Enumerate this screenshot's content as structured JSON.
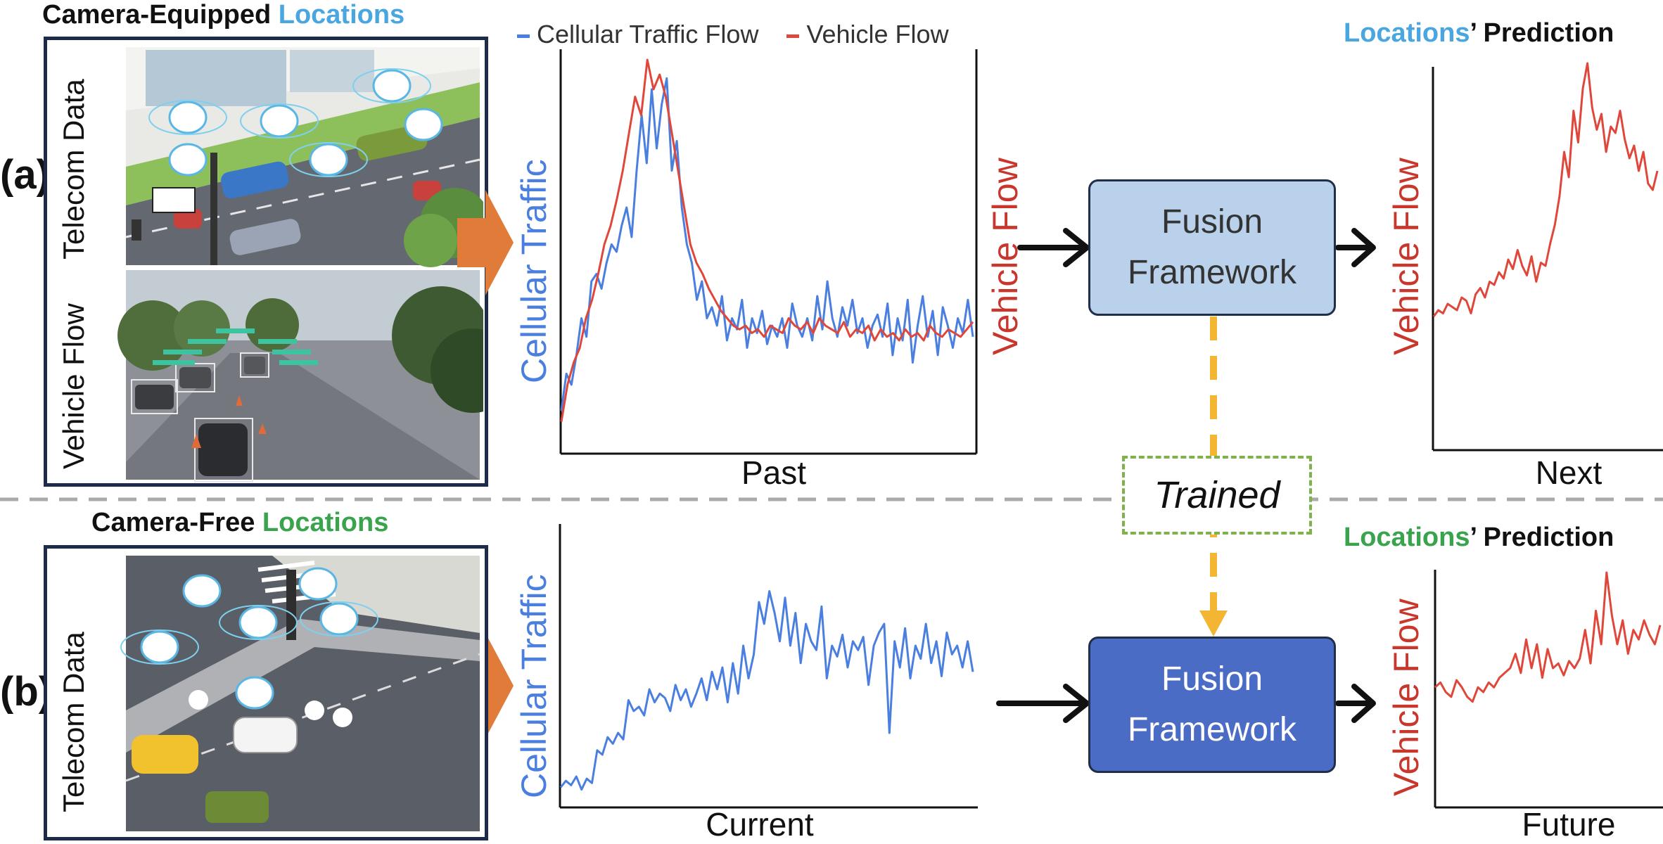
{
  "panel_a": {
    "label": "(a)",
    "header_black": "Camera-Equipped",
    "header_colored": "Locations",
    "photo_top_label": "Telecom Data",
    "photo_bottom_label": "Vehicle Flow",
    "legend": [
      {
        "name": "Cellular Traffic Flow",
        "color": "#4a7fe0"
      },
      {
        "name": "Vehicle Flow",
        "color": "#e0473b"
      }
    ],
    "chart_left_ylabel": "Cellular Traffic",
    "chart_right_ylabel": "Vehicle Flow",
    "chart_xlabel": "Past",
    "fusion_box": "Fusion\nFramework",
    "fusion_line1": "Fusion",
    "fusion_line2": "Framework",
    "pred_header_colored": "Locations",
    "pred_header_black": "’ Prediction",
    "pred_ylabel": "Vehicle Flow",
    "pred_xlabel": "Next"
  },
  "trained_label": "Trained",
  "panel_b": {
    "label": "(b)",
    "header_black": "Camera-Free",
    "header_colored": "Locations",
    "photo_label": "Telecom Data",
    "chart_ylabel": "Cellular Traffic",
    "chart_xlabel": "Current",
    "fusion_line1": "Fusion",
    "fusion_line2": "Framework",
    "pred_header_colored": "Locations",
    "pred_header_black": "’ Prediction",
    "pred_ylabel": "Vehicle Flow",
    "pred_xlabel": "Future"
  },
  "colors": {
    "blue_line": "#4a7fe0",
    "red_line": "#e0473b",
    "light_box": "#b9d1ea",
    "dark_box": "#4a6cc4",
    "arrow_orange": "#e07b39",
    "dashed_yellow": "#f2b632",
    "dashed_green": "#7fb24a"
  },
  "chart_data": [
    {
      "type": "line",
      "series": [
        {
          "name": "Cellular Traffic Flow",
          "values": [
            0.05,
            0.15,
            0.12,
            0.2,
            0.3,
            0.25,
            0.4,
            0.42,
            0.38,
            0.45,
            0.5,
            0.48,
            0.55,
            0.6,
            0.52,
            0.7,
            0.85,
            0.72,
            0.92,
            0.76,
            0.88,
            0.95,
            0.7,
            0.78,
            0.6,
            0.5,
            0.45,
            0.35,
            0.4,
            0.3,
            0.33,
            0.28,
            0.36,
            0.24,
            0.3,
            0.27,
            0.35,
            0.22,
            0.3,
            0.26,
            0.32,
            0.23,
            0.28,
            0.25,
            0.3,
            0.22,
            0.34,
            0.28,
            0.25,
            0.3,
            0.24,
            0.36,
            0.27,
            0.4,
            0.3,
            0.25,
            0.33,
            0.28,
            0.35,
            0.26,
            0.3,
            0.22,
            0.28,
            0.31,
            0.25,
            0.34,
            0.2,
            0.3,
            0.24,
            0.35,
            0.18,
            0.28,
            0.36,
            0.25,
            0.32,
            0.2,
            0.33,
            0.28,
            0.22,
            0.3,
            0.26,
            0.35,
            0.25
          ]
        },
        {
          "name": "Vehicle Flow",
          "values": [
            0.02,
            0.12,
            0.18,
            0.22,
            0.3,
            0.35,
            0.42,
            0.5,
            0.55,
            0.62,
            0.7,
            0.8,
            0.9,
            0.85,
            1.0,
            0.92,
            0.96,
            0.9,
            0.8,
            0.7,
            0.6,
            0.5,
            0.45,
            0.42,
            0.38,
            0.35,
            0.32,
            0.3,
            0.28,
            0.27,
            0.28,
            0.26,
            0.27,
            0.25,
            0.28,
            0.27,
            0.26,
            0.3,
            0.28,
            0.27,
            0.29,
            0.26,
            0.3,
            0.28,
            0.27,
            0.26,
            0.29,
            0.25,
            0.27,
            0.26,
            0.28,
            0.24,
            0.27,
            0.25,
            0.26,
            0.24,
            0.27,
            0.25,
            0.26,
            0.24,
            0.28,
            0.26,
            0.25,
            0.27,
            0.26,
            0.25,
            0.27,
            0.29
          ]
        }
      ],
      "xlabel": "Past",
      "ylabel": "Cellular Traffic"
    },
    {
      "type": "line",
      "series": [
        {
          "name": "",
          "values": [
            0.2,
            0.22,
            0.21,
            0.24,
            0.23,
            0.22,
            0.26,
            0.25,
            0.21,
            0.27,
            0.29,
            0.26,
            0.31,
            0.3,
            0.34,
            0.32,
            0.38,
            0.35,
            0.41,
            0.36,
            0.33,
            0.39,
            0.31,
            0.37,
            0.36,
            0.43,
            0.49,
            0.58,
            0.72,
            0.64,
            0.85,
            0.75,
            0.92,
            1.0,
            0.86,
            0.79,
            0.84,
            0.72,
            0.8,
            0.78,
            0.85,
            0.76,
            0.7,
            0.74,
            0.66,
            0.72,
            0.62,
            0.6,
            0.66
          ]
        }
      ],
      "xlabel": "Next",
      "ylabel": "Vehicle Flow"
    },
    {
      "type": "line",
      "series": [
        {
          "name": "",
          "values": [
            0.05,
            0.08,
            0.06,
            0.1,
            0.04,
            0.09,
            0.07,
            0.22,
            0.2,
            0.28,
            0.25,
            0.3,
            0.27,
            0.45,
            0.4,
            0.42,
            0.38,
            0.5,
            0.44,
            0.48,
            0.46,
            0.4,
            0.52,
            0.45,
            0.5,
            0.42,
            0.48,
            0.55,
            0.45,
            0.58,
            0.5,
            0.6,
            0.44,
            0.62,
            0.48,
            0.7,
            0.55,
            0.66,
            0.9,
            0.8,
            0.95,
            0.85,
            0.72,
            0.92,
            0.7,
            0.85,
            0.62,
            0.8,
            0.72,
            0.68,
            0.88,
            0.55,
            0.7,
            0.65,
            0.75,
            0.6,
            0.72,
            0.68,
            0.74,
            0.52,
            0.7,
            0.76,
            0.8,
            0.3,
            0.72,
            0.6,
            0.78,
            0.55,
            0.7,
            0.64,
            0.8,
            0.62,
            0.72,
            0.56,
            0.76,
            0.66,
            0.7,
            0.6,
            0.72,
            0.58
          ]
        }
      ],
      "xlabel": "Current",
      "ylabel": "Cellular Traffic"
    },
    {
      "type": "line",
      "series": [
        {
          "name": "",
          "values": [
            0.42,
            0.44,
            0.4,
            0.38,
            0.45,
            0.42,
            0.38,
            0.36,
            0.42,
            0.4,
            0.44,
            0.42,
            0.46,
            0.48,
            0.5,
            0.56,
            0.48,
            0.62,
            0.5,
            0.6,
            0.46,
            0.58,
            0.5,
            0.52,
            0.47,
            0.53,
            0.5,
            0.54,
            0.66,
            0.52,
            0.74,
            0.6,
            0.9,
            0.72,
            0.6,
            0.7,
            0.56,
            0.66,
            0.62,
            0.7,
            0.64,
            0.6,
            0.68
          ]
        }
      ],
      "xlabel": "Future",
      "ylabel": "Vehicle Flow"
    }
  ]
}
